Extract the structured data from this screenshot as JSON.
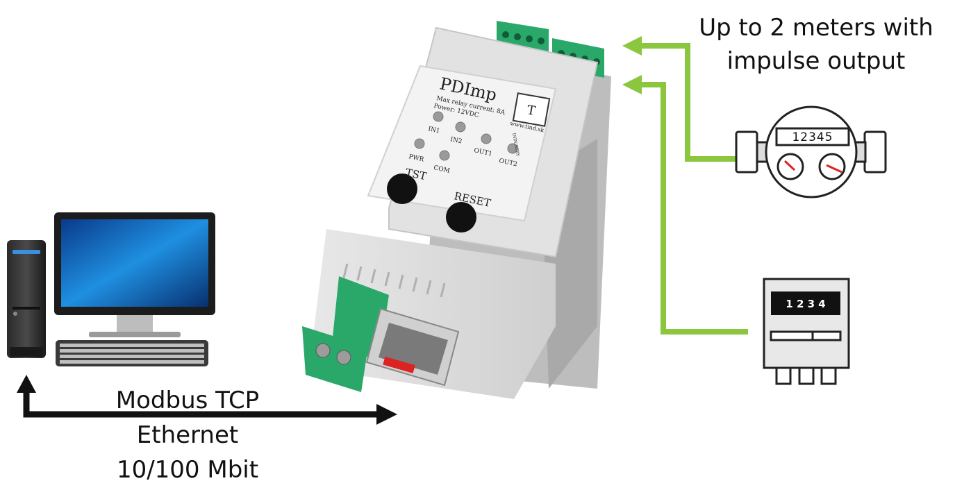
{
  "labels": {
    "meters_line1": "Up to 2 meters with",
    "meters_line2": "impulse output",
    "proto_line1": "Modbus TCP",
    "proto_line2": "Ethernet",
    "proto_line3": "10/100 Mbit"
  },
  "device": {
    "title": "PDImp",
    "sub1": "Max relay current: 8A",
    "sub2": "Power: 12VDC",
    "brand": "INDUSTRY",
    "url": "www.tind.sk",
    "leds": [
      "IN1",
      "IN2",
      "OUT1",
      "OUT2",
      "PWR",
      "COM"
    ],
    "btn_test": "TST",
    "btn_reset": "RESET"
  },
  "water_meter": {
    "counter": "12345"
  },
  "energy_meter": {
    "counter": "1 2 3 4"
  },
  "colors": {
    "green_line": "#8cc63f",
    "black_arrow": "#111111",
    "terminal_green": "#2aa86a"
  }
}
